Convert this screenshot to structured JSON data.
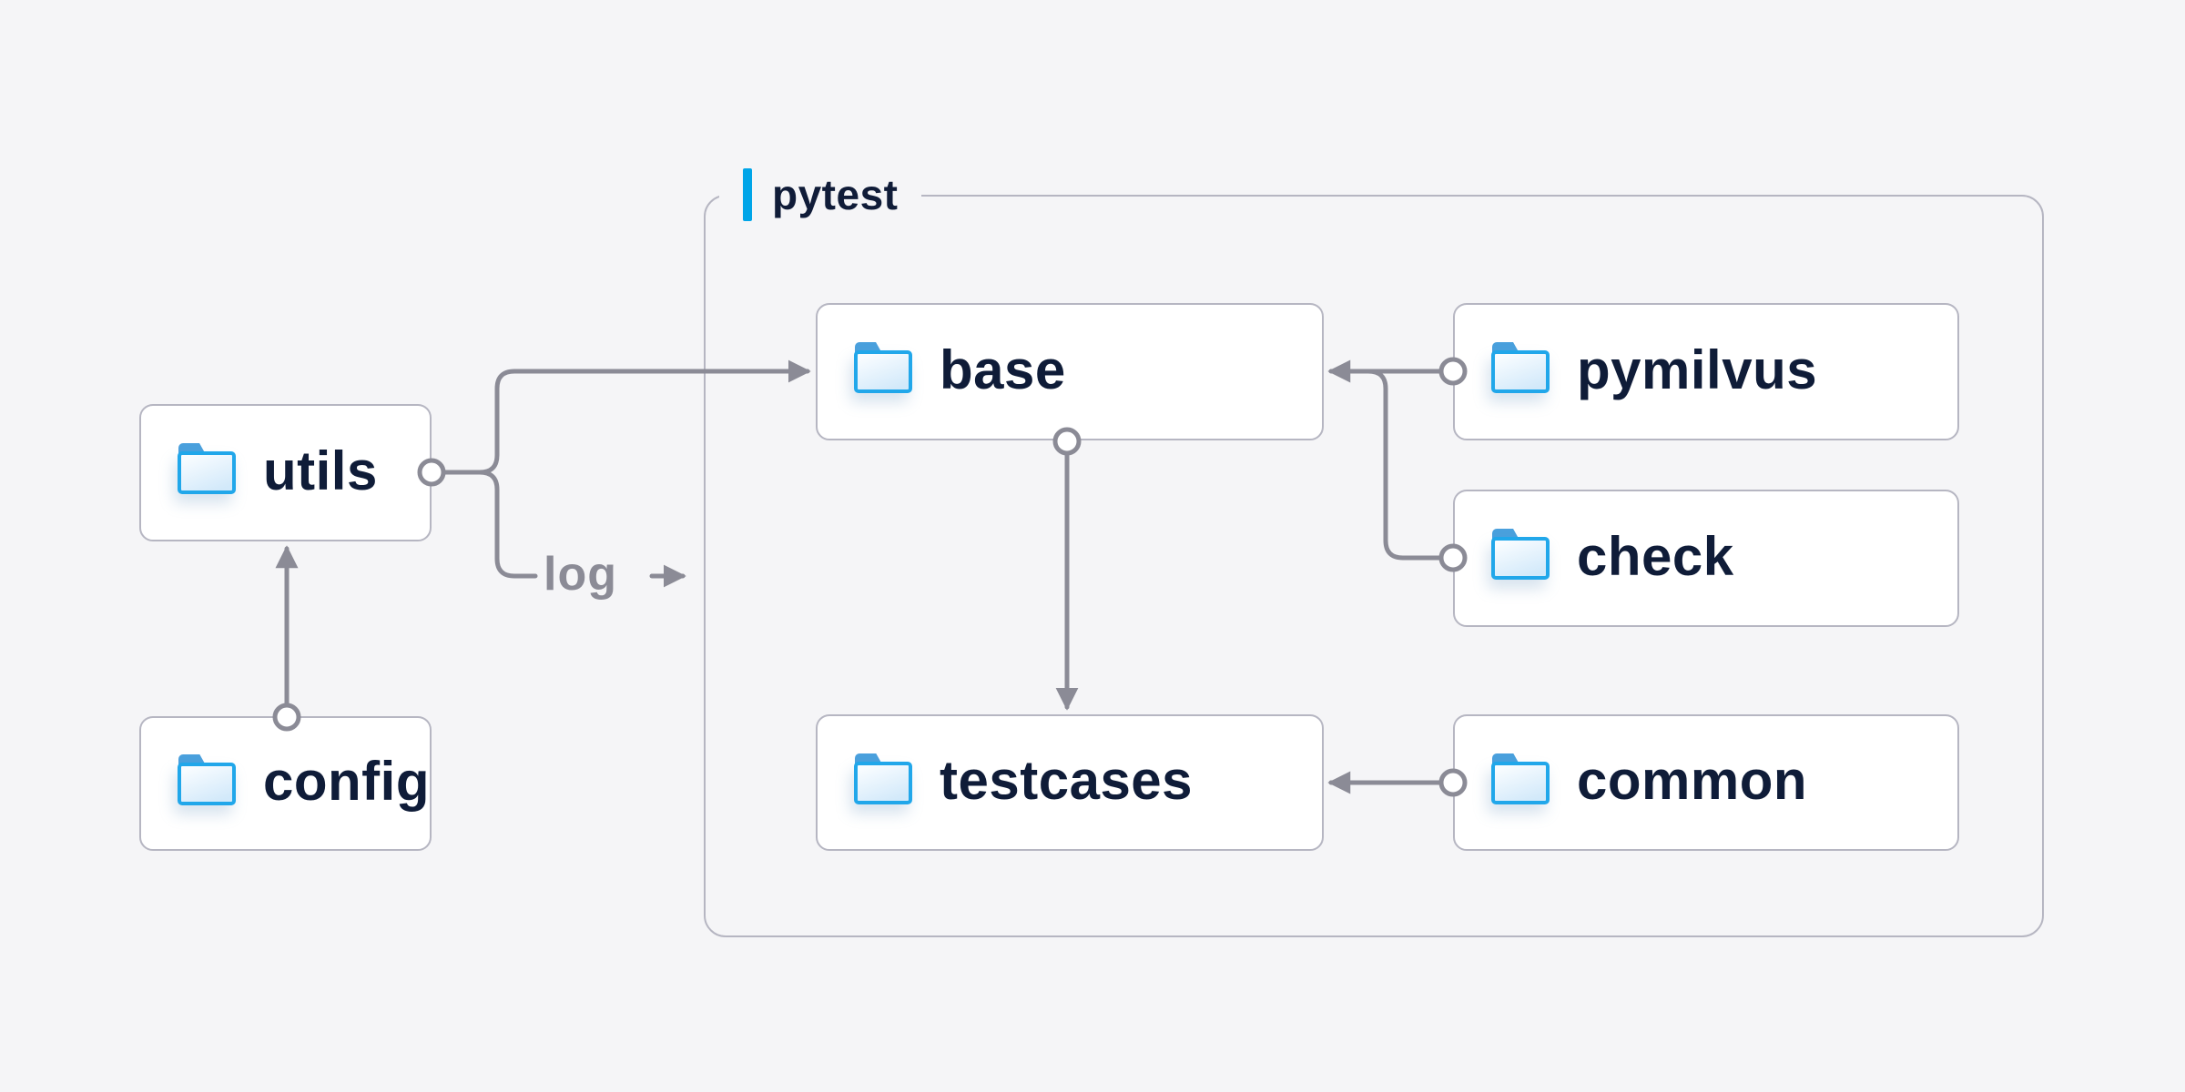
{
  "colors": {
    "background": "#f5f5f7",
    "node_fill": "#ffffff",
    "node_border": "#b6b6c2",
    "connector": "#8b8b96",
    "label_text": "#0f1c38",
    "accent_blue": "#00a5e8",
    "folder_outline": "#21a7ea",
    "folder_tab": "#4aa0dd"
  },
  "container": {
    "label": "pytest"
  },
  "nodes": {
    "utils": {
      "label": "utils"
    },
    "config": {
      "label": "config"
    },
    "base": {
      "label": "base"
    },
    "pymilvus": {
      "label": "pymilvus"
    },
    "check": {
      "label": "check"
    },
    "testcases": {
      "label": "testcases"
    },
    "common": {
      "label": "common"
    }
  },
  "edges": [
    {
      "from": "config",
      "to": "utils",
      "type": "arrow"
    },
    {
      "from": "utils",
      "to": "base",
      "type": "arrow"
    },
    {
      "from": "utils",
      "to": "log",
      "type": "labeled-arrow",
      "label": "log"
    },
    {
      "from": "pymilvus",
      "to": "base",
      "type": "arrow"
    },
    {
      "from": "check",
      "to": "base",
      "type": "arrow"
    },
    {
      "from": "base",
      "to": "testcases",
      "type": "arrow"
    },
    {
      "from": "common",
      "to": "testcases",
      "type": "arrow"
    }
  ]
}
